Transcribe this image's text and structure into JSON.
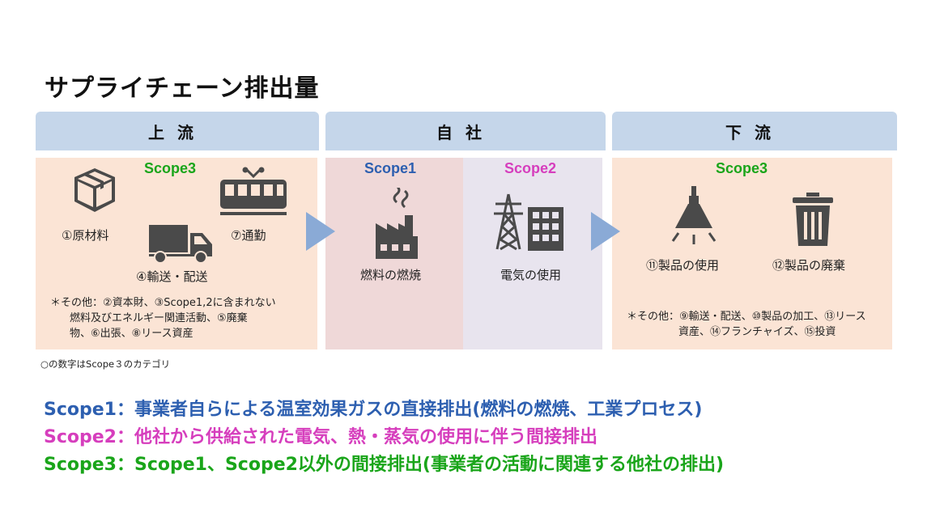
{
  "title": "サプライチェーン排出量",
  "headers": {
    "upstream": "上流",
    "own": "自社",
    "downstream": "下流"
  },
  "upstream": {
    "scope": "Scope3",
    "items": {
      "raw_materials": "①原材料",
      "commuting": "⑦通勤",
      "transport": "④輸送・配送"
    },
    "note_lines": [
      "＊その他：②資本財、③Scope1,2に含まれない",
      "燃料及びエネルギー関連活動、⑤廃棄",
      "物、⑥出張、⑧リース資産"
    ]
  },
  "own": {
    "scope1": {
      "scope": "Scope1",
      "label": "燃料の燃焼"
    },
    "scope2": {
      "scope": "Scope2",
      "label": "電気の使用"
    }
  },
  "downstream": {
    "scope": "Scope3",
    "items": {
      "product_use": "⑪製品の使用",
      "product_disposal": "⑫製品の廃棄"
    },
    "note_lines": [
      "＊その他：⑨輸送・配送、⑩製品の加工、⑬リース",
      "資産、⑭フランチャイズ、⑮投資"
    ]
  },
  "footnote": "○の数字はScope３のカテゴリ",
  "definitions": [
    {
      "text": "Scope1：事業者自らによる温室効果ガスの直接排出(燃料の燃焼、工業プロセス)",
      "color": "#2d5fb0"
    },
    {
      "text": "Scope2：他社から供給された電気、熱・蒸気の使用に伴う間接排出",
      "color": "#d63ebd"
    },
    {
      "text": "Scope3：Scope1、Scope2以外の間接排出(事業者の活動に関連する他社の排出)",
      "color": "#1aa51a"
    }
  ],
  "colors": {
    "header": "#c5d6ea",
    "panel_peach": "#fbe4d5",
    "panel_scope1": "#efd8d8",
    "panel_scope2": "#e8e4ee",
    "arrow": "#8aaad6",
    "icon": "#4a4a4a"
  }
}
